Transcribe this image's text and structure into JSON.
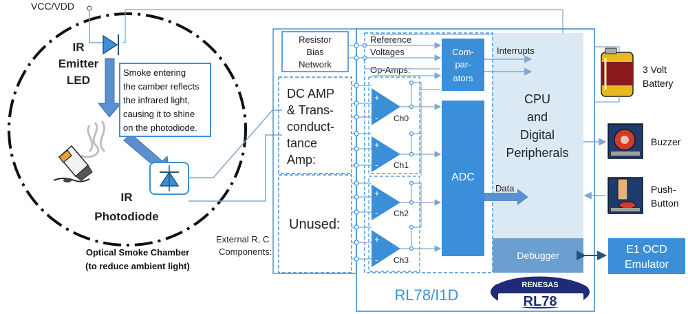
{
  "supply": {
    "vcc_label": "VCC/VDD"
  },
  "chamber": {
    "emitter_label": [
      "IR",
      "Emitter",
      "LED"
    ],
    "note_lines": [
      "Smoke entering",
      "the camber reflects",
      "the infrared light,",
      "causing it to shine",
      "on the photodiode."
    ],
    "photodiode_label": [
      "IR",
      "Photodiode"
    ],
    "caption": [
      "Optical Smoke Chamber",
      "(to reduce ambient light)"
    ]
  },
  "mcu": {
    "resistor_bias": [
      "Resistor",
      "Bias",
      "Network"
    ],
    "reference_voltages": [
      "Reference",
      "Voltages"
    ],
    "op_amps": "Op-Amps:",
    "comparators": [
      "Com-",
      "par-",
      "ators"
    ],
    "interrupts": "Interrupts",
    "dc_amp": [
      "DC AMP",
      "& Trans-",
      "conduct-",
      "tance",
      "Amp:"
    ],
    "unused": "Unused:",
    "channels": [
      "Ch0",
      "Ch1",
      "Ch2",
      "Ch3"
    ],
    "plus": "+",
    "minus": "-",
    "adc": "ADC",
    "data": "Data",
    "cpu": [
      "CPU",
      "and",
      "Digital",
      "Peripherals"
    ],
    "debugger": "Debugger",
    "chip_name": "RL78/I1D",
    "external_rc": [
      "External R, C",
      "Components:"
    ]
  },
  "peripherals": {
    "battery": [
      "3 Volt",
      "Battery"
    ],
    "buzzer": "Buzzer",
    "push_button": [
      "Push-",
      "Button"
    ],
    "emulator": [
      "E1 OCD",
      "Emulator"
    ]
  },
  "logo": {
    "brand": "RENESAS",
    "product": "RL78"
  },
  "colors": {
    "line": "#7fa7d0",
    "accent_blue": "#3a8fd8",
    "dark_blue": "#24527a",
    "light_fill": "#dbe9f5",
    "debugger_fill": "#6a9fd0",
    "arrow_fill": "#5b8fcf"
  }
}
